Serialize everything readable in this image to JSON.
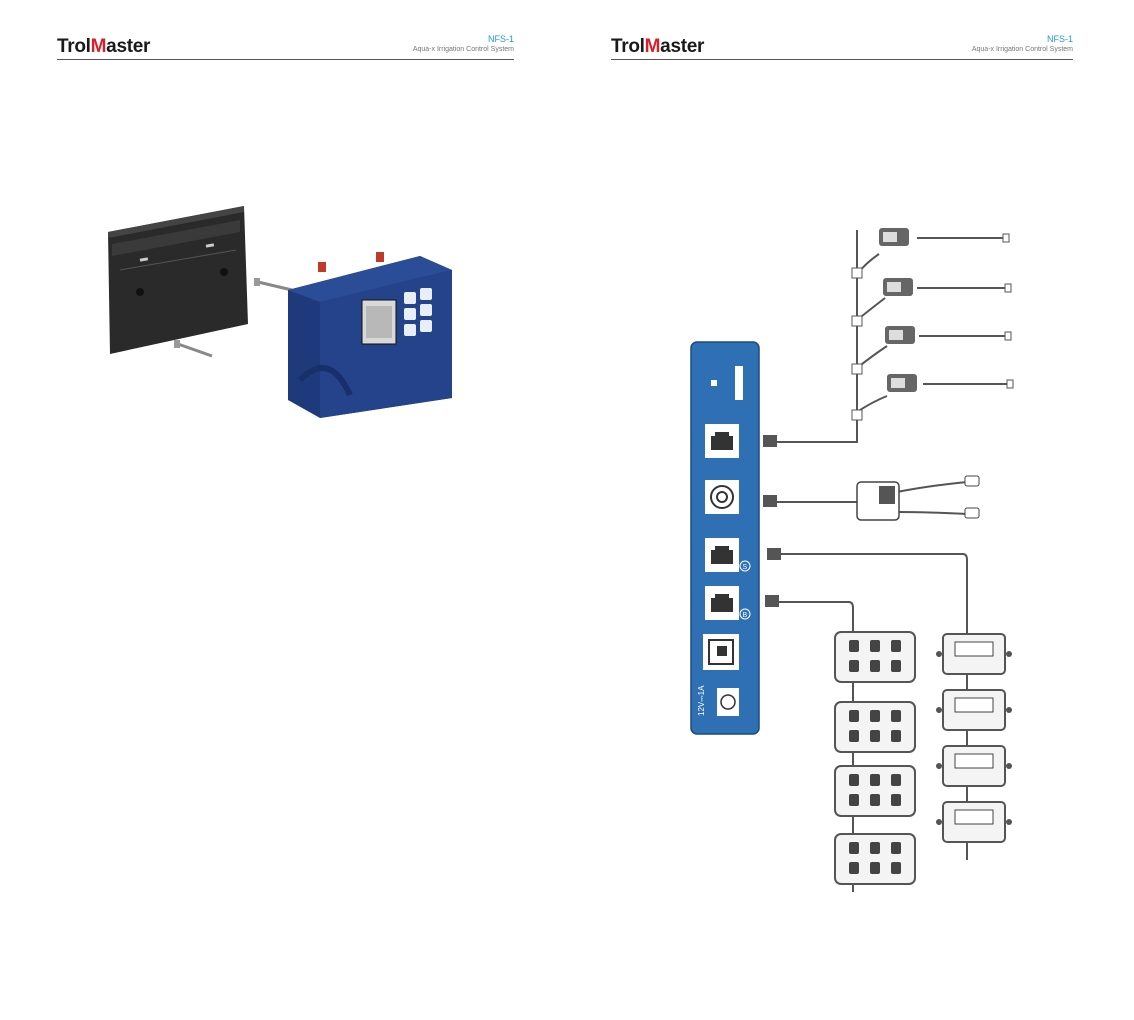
{
  "left_page": {
    "header": {
      "logo_prefix": "Trol",
      "logo_m": "M",
      "logo_suffix": "aster",
      "model": "NFS-1",
      "subtitle": "Aqua-x Irrigation Control System"
    }
  },
  "right_page": {
    "header": {
      "logo_prefix": "Trol",
      "logo_m": "M",
      "logo_suffix": "aster",
      "model": "NFS-1",
      "subtitle": "Aqua-x Irrigation Control System"
    },
    "panel": {
      "power_label": "12V⎓1A",
      "port_badges": [
        "S",
        "B"
      ]
    },
    "outlet_boxes_count": 4,
    "relay_modules_count": 4,
    "sensor_count": 4
  },
  "colors": {
    "brand_red": "#d8202a",
    "model_blue": "#1e9ad6",
    "panel_blue": "#2f6fb3",
    "device_navy": "#1f3a7a"
  }
}
